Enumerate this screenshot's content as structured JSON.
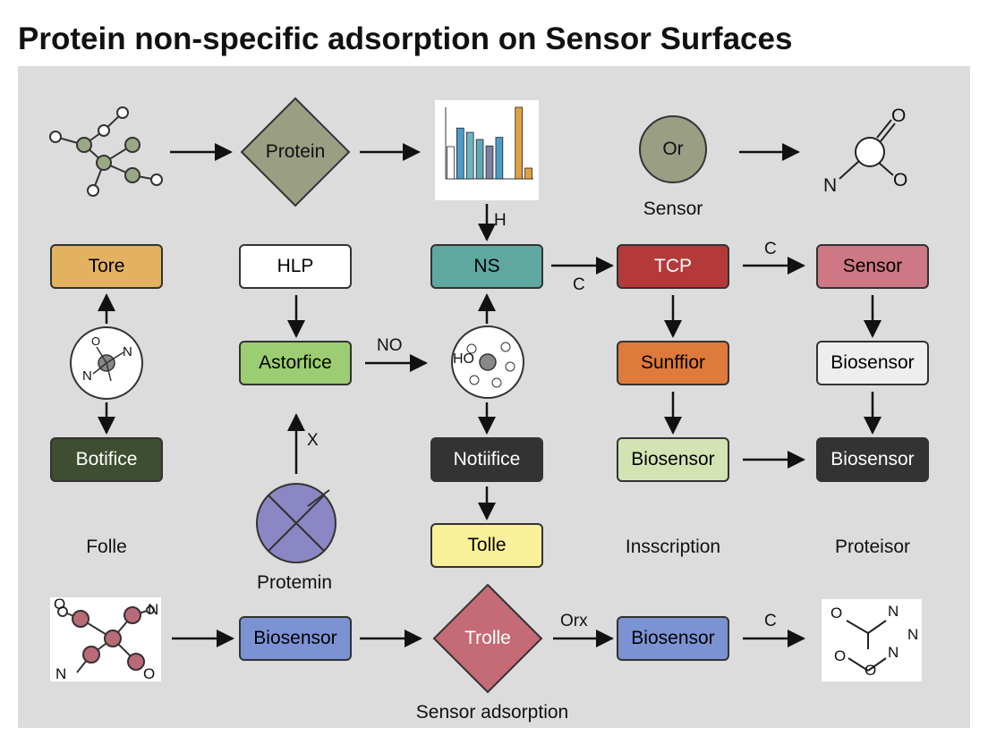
{
  "title": "Protein non-specific adsorption on Sensor Surfaces",
  "shapes": {
    "diamond_top": "Protein",
    "circle_top": "Or",
    "circle_top_caption": "Sensor",
    "diamond_bottom": "Trolle",
    "purple_circle_caption": "Protemin",
    "bottom_caption": "Sensor adsorption"
  },
  "boxes": {
    "tore": "Tore",
    "botifice": "Botifice",
    "hlp": "HLP",
    "astorfice": "Astorfice",
    "ns": "NS",
    "notiifice": "Notiifice",
    "tolle": "Tolle",
    "tcp": "TCP",
    "sunffior": "Sunffior",
    "biosensor_mid_green": "Biosensor",
    "sensor_pink": "Sensor",
    "biosensor_white": "Biosensor",
    "biosensor_black": "Biosensor",
    "biosensor_blue_left": "Biosensor",
    "biosensor_blue_right": "Biosensor"
  },
  "captions": {
    "folle": "Folle",
    "insscription": "Insscription",
    "proteisor": "Proteisor"
  },
  "arrow_labels": {
    "h": "H",
    "c_ns_tcp": "C",
    "c_tcp_sensor": "C",
    "no": "NO",
    "x": "X",
    "orx": "Orx",
    "c_bottom": "C"
  },
  "molecule_labels": {
    "o": "O",
    "n": "N",
    "ho": "HO"
  },
  "colors": {
    "tore": "#e2b261",
    "botifice": "#3f4d30",
    "hlp": "#ffffff",
    "astorfice": "#9ccd72",
    "ns": "#5fa8a0",
    "notiifice": "#333333",
    "tolle": "#fbf09a",
    "tcp": "#b43a3a",
    "sunffior": "#dd7a3c",
    "biosensor_green": "#d3e3b4",
    "sensor_pink": "#cd7884",
    "biosensor_white": "#eeeeee",
    "biosensor_black": "#333333",
    "biosensor_blue": "#7b93d3",
    "diamond_top": "#9a9e83",
    "circle_top": "#9a9e83",
    "diamond_bottom": "#c56b75",
    "purple_circle": "#8b86c4"
  },
  "chart_data": {
    "type": "bar",
    "categories": [
      "",
      "",
      "",
      "",
      "",
      "",
      "",
      "",
      ""
    ],
    "values": [
      0.45,
      0.71,
      0.65,
      0.55,
      0.46,
      0.58,
      0,
      1.0,
      0.15
    ],
    "colors": [
      "#ffffff",
      "#4a9cc8",
      "#6ab5c2",
      "#5ea7b7",
      "#7a7fa6",
      "#4a9cc8",
      "#ffffff",
      "#e0a140",
      "#e0a140"
    ],
    "title": "",
    "xlabel": "",
    "ylabel": "",
    "ylim": [
      0,
      1
    ]
  }
}
